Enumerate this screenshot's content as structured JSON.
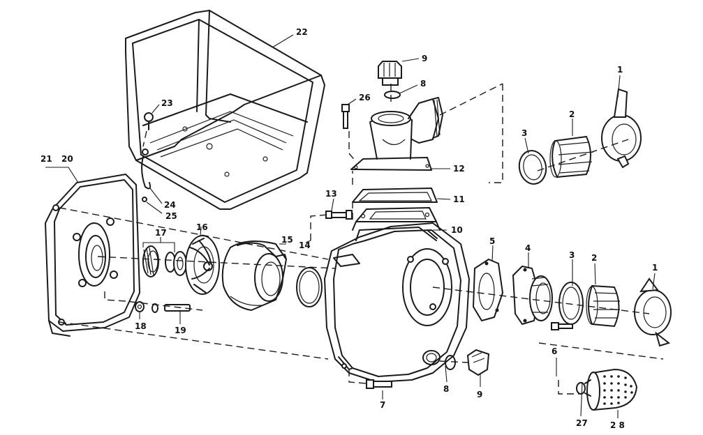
{
  "callouts": [
    {
      "id": "c1a",
      "text": "1"
    },
    {
      "id": "c2a",
      "text": "2"
    },
    {
      "id": "c3a",
      "text": "3"
    },
    {
      "id": "c1b",
      "text": "1"
    },
    {
      "id": "c2b",
      "text": "2"
    },
    {
      "id": "c3b",
      "text": "3"
    },
    {
      "id": "c4",
      "text": "4"
    },
    {
      "id": "c5",
      "text": "5"
    },
    {
      "id": "c6",
      "text": "6"
    },
    {
      "id": "c7",
      "text": "7"
    },
    {
      "id": "c8a",
      "text": "8"
    },
    {
      "id": "c8b",
      "text": "8"
    },
    {
      "id": "c9a",
      "text": "9"
    },
    {
      "id": "c9b",
      "text": "9"
    },
    {
      "id": "c10",
      "text": "10"
    },
    {
      "id": "c11",
      "text": "11"
    },
    {
      "id": "c12",
      "text": "12"
    },
    {
      "id": "c13",
      "text": "13"
    },
    {
      "id": "c14",
      "text": "14"
    },
    {
      "id": "c15",
      "text": "15"
    },
    {
      "id": "c16",
      "text": "16"
    },
    {
      "id": "c17",
      "text": "17"
    },
    {
      "id": "c18",
      "text": "18"
    },
    {
      "id": "c19",
      "text": "19"
    },
    {
      "id": "c20",
      "text": "20"
    },
    {
      "id": "c21",
      "text": "21"
    },
    {
      "id": "c22",
      "text": "22"
    },
    {
      "id": "c23",
      "text": "23"
    },
    {
      "id": "c24",
      "text": "24"
    },
    {
      "id": "c25",
      "text": "25"
    },
    {
      "id": "c26",
      "text": "26"
    },
    {
      "id": "c27",
      "text": "27"
    },
    {
      "id": "c28",
      "text": "2 8"
    }
  ]
}
